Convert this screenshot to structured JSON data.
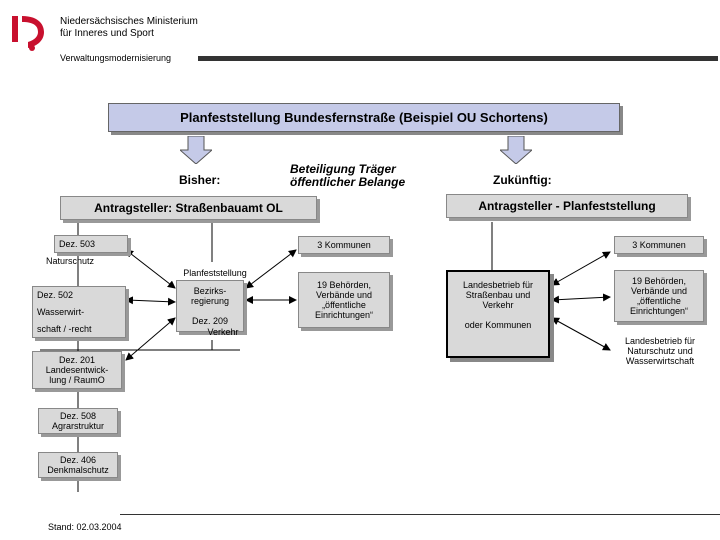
{
  "header": {
    "ministry_line1": "Niedersächsisches Ministerium",
    "ministry_line2": "für Inneres und Sport",
    "unit": "Verwaltungsmodernisierung"
  },
  "title": "Planfeststellung Bundesfernstraße (Beispiel OU Schortens)",
  "labels": {
    "bisher": "Bisher:",
    "beteiligung_l1": "Beteiligung Träger",
    "beteiligung_l2": "öffentlicher Belange",
    "zukuenftig": "Zukünftig:"
  },
  "left": {
    "applicant": "Antragsteller: Straßenbauamt OL",
    "dez503": "Dez. 503",
    "naturschutz": "Naturschutz",
    "dez502": "Dez. 502",
    "wasser1": "Wasserwirt-",
    "wasser2": "schaft / -recht",
    "dez201_l1": "Dez. 201",
    "dez201_l2": "Landesentwick-",
    "dez201_l3": "lung / RaumO",
    "dez508_l1": "Dez. 508",
    "dez508_l2": "Agrarstruktur",
    "dez406_l1": "Dez. 406",
    "dez406_l2": "Denkmalschutz"
  },
  "center": {
    "planfeststellung": "Planfeststellung",
    "bezirks1": "Bezirks-",
    "bezirks2": "regierung",
    "dez209": "Dez. 209",
    "verkehr": "Verkehr",
    "kommunen": "3 Kommunen",
    "behoerden_l1": "19 Behörden,",
    "behoerden_l2": "Verbände und",
    "behoerden_l3": "„öffentliche",
    "behoerden_l4": "Einrichtungen“"
  },
  "right": {
    "applicant": "Antragsteller - Planfeststellung",
    "landes_l1": "Landesbetrieb für",
    "landes_l2": "Straßenbau und",
    "landes_l3": "Verkehr",
    "oder": "oder Kommunen",
    "kommunen": "3 Kommunen",
    "behoerden_l1": "19 Behörden,",
    "behoerden_l2": "Verbände und",
    "behoerden_l3": "„öffentliche",
    "behoerden_l4": "Einrichtungen“",
    "natur_l1": "Landesbetrieb für",
    "natur_l2": "Naturschutz und",
    "natur_l3": "Wasserwirtschaft"
  },
  "footer": {
    "stand": "Stand: 02.03.2004"
  },
  "colors": {
    "title_bg": "#c5cae8",
    "arrow_fill": "#c5cae8",
    "shaded_bg": "#d9d9d9"
  }
}
